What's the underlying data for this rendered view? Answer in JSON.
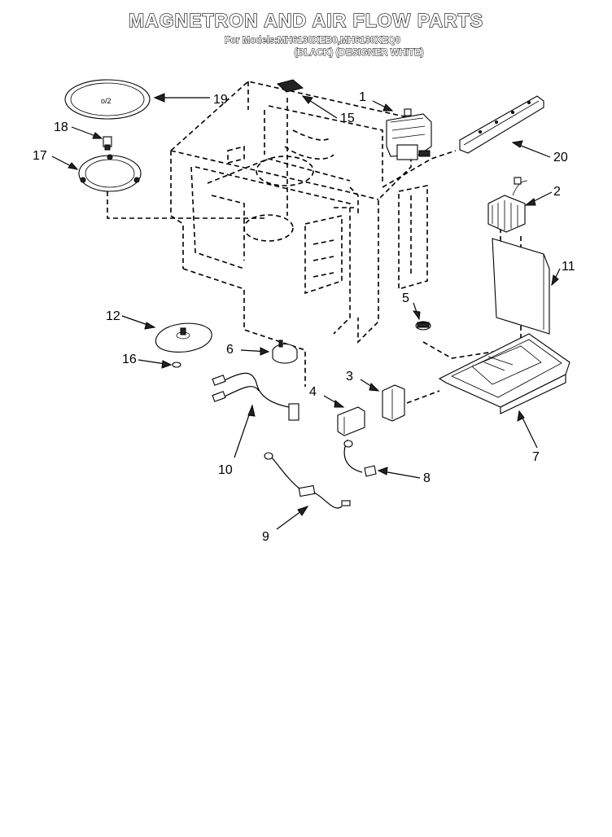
{
  "diagram": {
    "title": "MAGNETRON AND AIR FLOW PARTS",
    "models_line": "For Models:MH6130XEB0,MH6130XEQ0",
    "variants_line": "(BLACK) (DESIGNER WHITE)",
    "turntable_mark": "o/2",
    "callouts": [
      "1",
      "2",
      "3",
      "4",
      "5",
      "6",
      "7",
      "8",
      "9",
      "10",
      "11",
      "12",
      "15",
      "16",
      "17",
      "18",
      "19",
      "20"
    ]
  }
}
